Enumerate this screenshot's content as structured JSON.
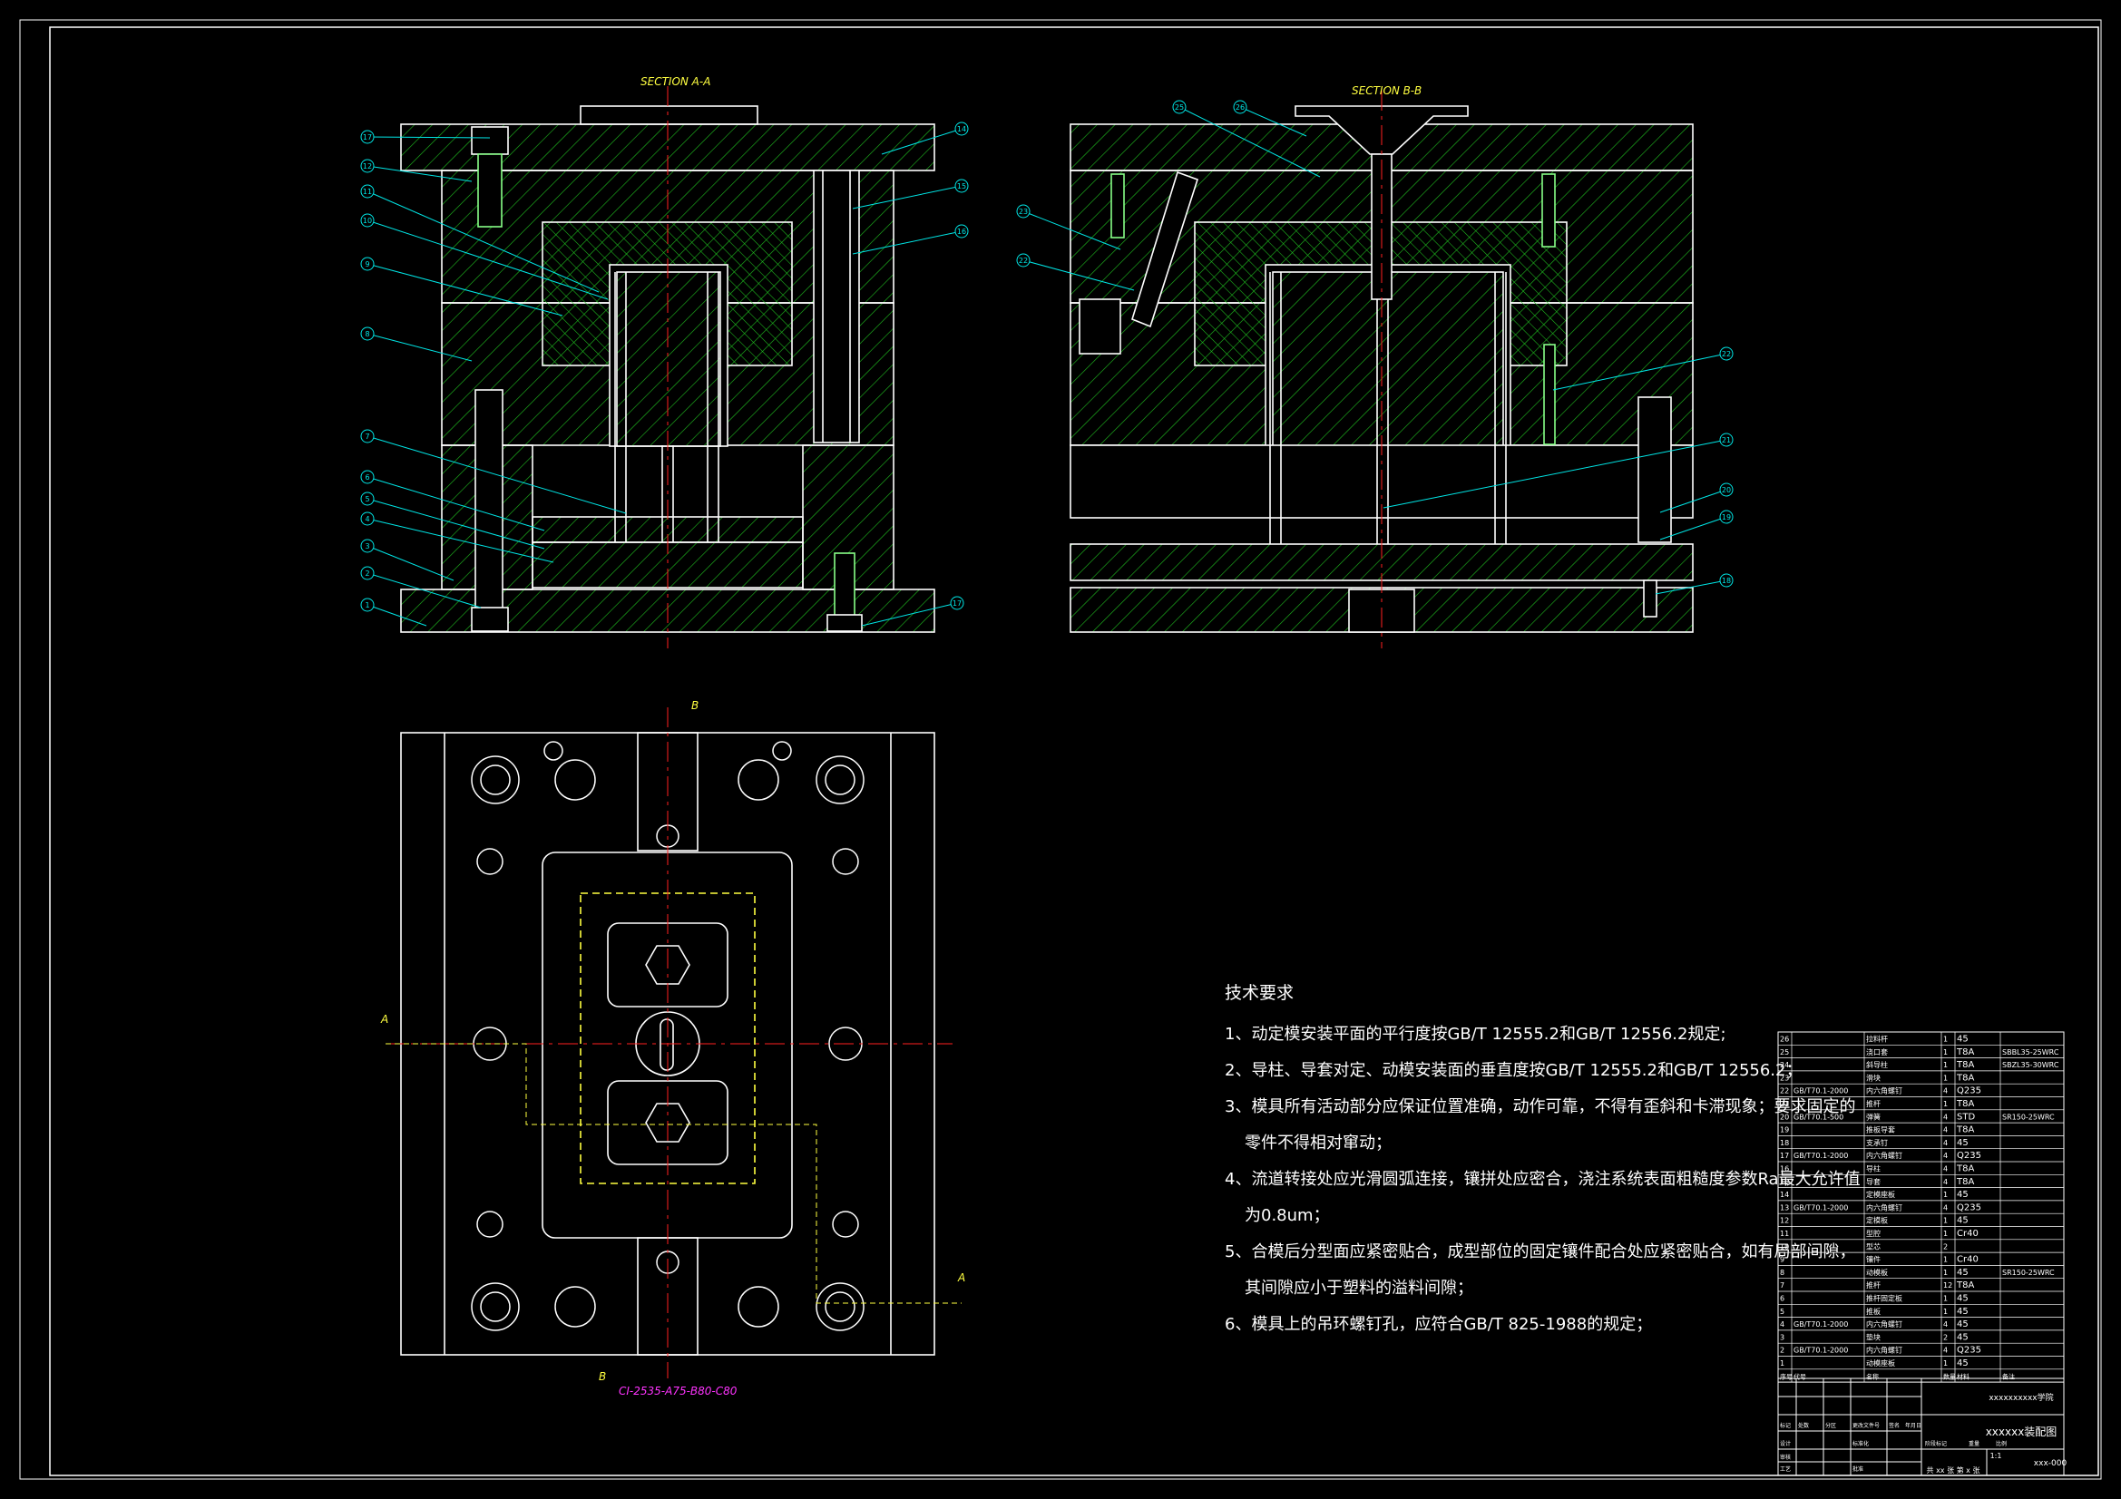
{
  "drawing": {
    "section_a_title": "SECTION A-A",
    "section_b_title": "SECTION B-B",
    "model_code": "CI-2535-A75-B80-C80",
    "cut_label_a": "A",
    "cut_label_b": "B"
  },
  "balloons_a": [
    "17",
    "12",
    "11",
    "10",
    "9",
    "8",
    "7",
    "6",
    "5",
    "4",
    "3",
    "2",
    "1",
    "14",
    "15",
    "16",
    "17"
  ],
  "balloons_b": [
    "25",
    "26",
    "23",
    "22",
    "22",
    "21",
    "20",
    "19",
    "18"
  ],
  "requirements": {
    "title": "技术要求",
    "items": [
      "1、动定模安装平面的平行度按GB/T 12555.2和GB/T 12556.2规定;",
      "2、导柱、导套对定、动模安装面的垂直度按GB/T 12555.2和GB/T 12556.2；",
      "3、模具所有活动部分应保证位置准确，动作可靠，不得有歪斜和卡滞现象；要求固定的",
      "零件不得相对窜动；",
      "4、流道转接处应光滑圆弧连接，镶拼处应密合，浇注系统表面粗糙度参数Ra最大允许值",
      "为0.8um；",
      "5、合模后分型面应紧密贴合，成型部位的固定镶件配合处应紧密贴合，如有局部间隙，",
      "其间隙应小于塑料的溢料间隙；",
      "6、模具上的吊环螺钉孔，应符合GB/T 825-1988的规定；"
    ]
  },
  "bom": [
    {
      "no": "26",
      "code": "",
      "name": "拉料杆",
      "qty": "1",
      "mat": "45",
      "note": ""
    },
    {
      "no": "25",
      "code": "",
      "name": "浇口套",
      "qty": "1",
      "mat": "T8A",
      "note": "SBBL35-25WRC"
    },
    {
      "no": "24",
      "code": "",
      "name": "斜导柱",
      "qty": "1",
      "mat": "T8A",
      "note": "SBZL35-30WRC"
    },
    {
      "no": "23",
      "code": "",
      "name": "滑块",
      "qty": "1",
      "mat": "T8A",
      "note": ""
    },
    {
      "no": "22",
      "code": "GB/T70.1-2000",
      "name": "内六角螺钉",
      "qty": "4",
      "mat": "Q235",
      "note": ""
    },
    {
      "no": "21",
      "code": "",
      "name": "推杆",
      "qty": "1",
      "mat": "T8A",
      "note": ""
    },
    {
      "no": "20",
      "code": "GB/T70.1-500",
      "name": "弹簧",
      "qty": "4",
      "mat": "STD",
      "note": "SR150-25WRC"
    },
    {
      "no": "19",
      "code": "",
      "name": "推板导套",
      "qty": "4",
      "mat": "T8A",
      "note": ""
    },
    {
      "no": "18",
      "code": "",
      "name": "支承钉",
      "qty": "4",
      "mat": "45",
      "note": ""
    },
    {
      "no": "17",
      "code": "GB/T70.1-2000",
      "name": "内六角螺钉",
      "qty": "4",
      "mat": "Q235",
      "note": ""
    },
    {
      "no": "16",
      "code": "",
      "name": "导柱",
      "qty": "4",
      "mat": "T8A",
      "note": ""
    },
    {
      "no": "15",
      "code": "",
      "name": "导套",
      "qty": "4",
      "mat": "T8A",
      "note": ""
    },
    {
      "no": "14",
      "code": "",
      "name": "定模座板",
      "qty": "1",
      "mat": "45",
      "note": ""
    },
    {
      "no": "13",
      "code": "GB/T70.1-2000",
      "name": "内六角螺钉",
      "qty": "4",
      "mat": "Q235",
      "note": ""
    },
    {
      "no": "12",
      "code": "",
      "name": "定模板",
      "qty": "1",
      "mat": "45",
      "note": ""
    },
    {
      "no": "11",
      "code": "",
      "name": "型腔",
      "qty": "1",
      "mat": "Cr40",
      "note": ""
    },
    {
      "no": "10",
      "code": "",
      "name": "型芯",
      "qty": "2",
      "mat": "",
      "note": ""
    },
    {
      "no": "9",
      "code": "",
      "name": "镶件",
      "qty": "1",
      "mat": "Cr40",
      "note": ""
    },
    {
      "no": "8",
      "code": "",
      "name": "动模板",
      "qty": "1",
      "mat": "45",
      "note": "SR150-25WRC"
    },
    {
      "no": "7",
      "code": "",
      "name": "推杆",
      "qty": "12",
      "mat": "T8A",
      "note": ""
    },
    {
      "no": "6",
      "code": "",
      "name": "推杆固定板",
      "qty": "1",
      "mat": "45",
      "note": ""
    },
    {
      "no": "5",
      "code": "",
      "name": "推板",
      "qty": "1",
      "mat": "45",
      "note": ""
    },
    {
      "no": "4",
      "code": "GB/T70.1-2000",
      "name": "内六角螺钉",
      "qty": "4",
      "mat": "45",
      "note": ""
    },
    {
      "no": "3",
      "code": "",
      "name": "垫块",
      "qty": "2",
      "mat": "45",
      "note": ""
    },
    {
      "no": "2",
      "code": "GB/T70.1-2000",
      "name": "内六角螺钉",
      "qty": "4",
      "mat": "Q235",
      "note": ""
    },
    {
      "no": "1",
      "code": "",
      "name": "动模座板",
      "qty": "1",
      "mat": "45",
      "note": ""
    }
  ],
  "bom_header": {
    "no": "序号",
    "code": "代号",
    "name": "名称",
    "qty": "数量",
    "mat": "材料",
    "note": "备注"
  },
  "title_block": {
    "school": "xxxxxxxxxx学院",
    "drawing_name": "xxxxxx装配图",
    "drawing_no": "xxx-000",
    "sheets": "共 xx 张  第 x 张",
    "scale": "1:1",
    "labels": [
      "标记",
      "处数",
      "分区",
      "更改文件号",
      "签名",
      "年月日",
      "设计",
      "标准化",
      "审核",
      "工艺",
      "批准",
      "阶段标记",
      "重量",
      "比例"
    ]
  },
  "colors": {
    "line": "#ffffff",
    "hatch": "#00ff00",
    "center": "#ff2020",
    "leader": "#00ffff",
    "title": "#ffff40",
    "magenta": "#ff33ff"
  }
}
